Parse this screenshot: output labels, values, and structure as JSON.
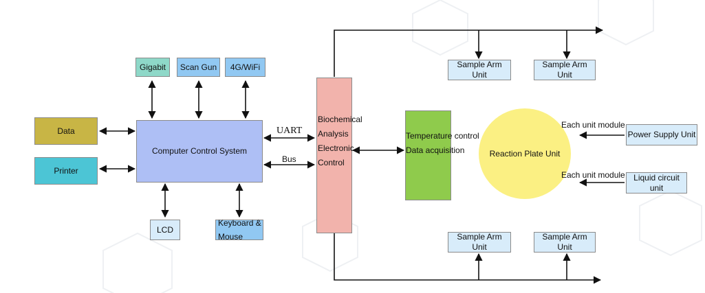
{
  "colors": {
    "gigabit": "#8ed8c8",
    "blue_module": "#91c8f2",
    "light_module": "#d8ecfa",
    "data": "#c8b545",
    "printer": "#4cc5d5",
    "control_system": "#aebff5",
    "analysis": "#f2b3ac",
    "temperature": "#8fcb4c",
    "reaction_plate": "#fbf083",
    "arrow": "#111111"
  },
  "modules": {
    "gigabit": "Gigabit",
    "scan_gun": "Scan Gun",
    "wifi": "4G/WiFi",
    "data": "Data",
    "printer": "Printer",
    "control_system": "Computer Control System",
    "lcd": "LCD",
    "keyboard": "Keyboard & Mouse",
    "analysis": "Biochemical Analysis Electronic Control",
    "temperature_line1": "Temperature control",
    "temperature_line2": "Data acquisition",
    "reaction_plate": "Reaction Plate Unit",
    "sample_arm": "Sample Arm Unit",
    "power_supply": "Power Supply Unit",
    "liquid_circuit": "Liquid circuit unit"
  },
  "links": {
    "uart": "UART",
    "bus": "Bus",
    "each_unit_1": "Each unit module",
    "each_unit_2": "Each unit module"
  }
}
